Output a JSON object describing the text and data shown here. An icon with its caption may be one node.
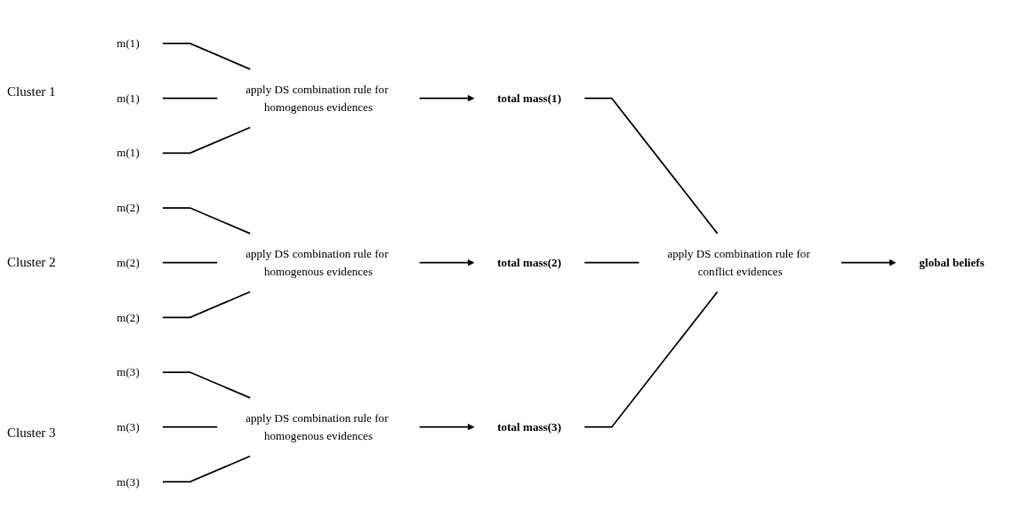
{
  "diagram": {
    "nodes": [
      {
        "text": [
          "m(1)"
        ]
      },
      {
        "text": [
          "m(2)"
        ]
      },
      {
        "text": [
          "m(3)"
        ]
      },
      {
        "text": [
          "m(1)"
        ]
      },
      {
        "text": [
          "m(2)"
        ]
      },
      {
        "text": [
          "m(3)"
        ]
      },
      {
        "text": [
          "m(1)"
        ]
      },
      {
        "text": [
          "m(2)"
        ]
      },
      {
        "text": [
          "m(3)"
        ]
      },
      {
        "text": [
          "apply DS combination rule for homogenous evidences"
        ]
      },
      {
        "text": [
          "total mass(1)"
        ]
      },
      {
        "text": [
          "apply DS combination rule for homogenous evidences"
        ]
      },
      {
        "text": [
          "total mass(2)"
        ]
      },
      {
        "text": [
          "apply DS combination rule for homogenous evidences"
        ]
      },
      {
        "text": [
          "total mass(3)"
        ]
      },
      {
        "text": [
          "apply DS combination rule for conflict evidences"
        ]
      },
      {
        "text": [
          "global beliefs"
        ]
      }
    ],
    "edges": [
      {
        "from": 0,
        "to": 9,
        "arrow": "none"
      },
      {
        "from": 1,
        "to": 11,
        "arrow": "none"
      },
      {
        "from": 2,
        "to": 13,
        "arrow": "none"
      },
      {
        "from": 3,
        "to": 9,
        "arrow": "none"
      },
      {
        "from": 4,
        "to": 11,
        "arrow": "none"
      },
      {
        "from": 5,
        "to": 13,
        "arrow": "none"
      },
      {
        "from": 6,
        "to": 9,
        "arrow": "none"
      },
      {
        "from": 7,
        "to": 11,
        "arrow": "none"
      },
      {
        "from": 8,
        "to": 13,
        "arrow": "none"
      },
      {
        "from": 9,
        "to": 10,
        "arrow": "to"
      },
      {
        "from": 11,
        "to": 12,
        "arrow": "to"
      },
      {
        "from": 13,
        "to": 14,
        "arrow": "to"
      },
      {
        "from": 10,
        "to": 15,
        "arrow": "none"
      },
      {
        "from": 12,
        "to": 15,
        "arrow": "none"
      },
      {
        "from": 14,
        "to": 15,
        "arrow": "none"
      },
      {
        "from": 15,
        "to": 16,
        "arrow": "to"
      }
    ],
    "labels": [
      "Cluster 1",
      "Cluster 2",
      "Cluster 3"
    ]
  }
}
